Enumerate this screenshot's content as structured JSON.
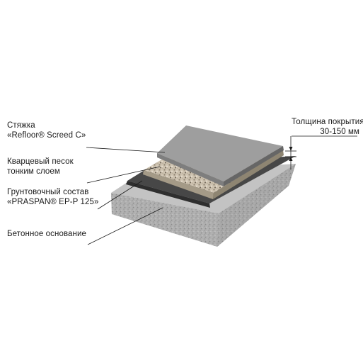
{
  "layers": [
    {
      "id": "screed",
      "lines": [
        "Стяжка",
        "«Refloor® Screed C»"
      ]
    },
    {
      "id": "sand",
      "lines": [
        "Кварцевый песок",
        "тонким слоем"
      ]
    },
    {
      "id": "primer",
      "lines": [
        "Грунтовочный состав",
        "«PRASPAN® EP-P 125»"
      ]
    },
    {
      "id": "concrete",
      "lines": [
        "Бетонное основание"
      ]
    }
  ],
  "thickness": {
    "title": "Толщина покрытия",
    "value": "30-150 мм"
  },
  "colors": {
    "screed_top": "#9d9d9d",
    "screed_edge": "#6f6f6f",
    "sand": "#c9beac",
    "primer": "#3f3f3f",
    "concrete": "#b4b4b4",
    "leader_line": "#1a1a1a"
  }
}
